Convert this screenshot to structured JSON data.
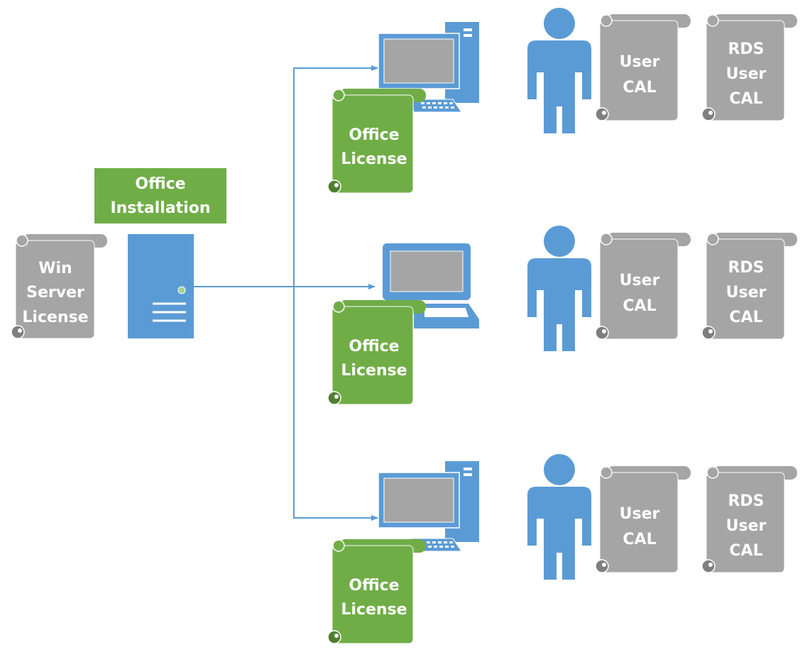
{
  "colors": {
    "blue": "#5B9BD5",
    "green": "#70AD47",
    "gray": "#A5A5A5",
    "dark_green": "#507E32",
    "dark_gray": "#7F7F7F"
  },
  "server": {
    "install_label": [
      "Office",
      "Installation"
    ],
    "license_label": [
      "Win",
      "Server",
      "License"
    ]
  },
  "clients": [
    {
      "device": "desktop",
      "office_license": [
        "Office",
        "License"
      ],
      "user_cal": [
        "User",
        "CAL"
      ],
      "rds_cal": [
        "RDS",
        "User",
        "CAL"
      ]
    },
    {
      "device": "laptop",
      "office_license": [
        "Office",
        "License"
      ],
      "user_cal": [
        "User",
        "CAL"
      ],
      "rds_cal": [
        "RDS",
        "User",
        "CAL"
      ]
    },
    {
      "device": "desktop",
      "office_license": [
        "Office",
        "License"
      ],
      "user_cal": [
        "User",
        "CAL"
      ],
      "rds_cal": [
        "RDS",
        "User",
        "CAL"
      ]
    }
  ]
}
